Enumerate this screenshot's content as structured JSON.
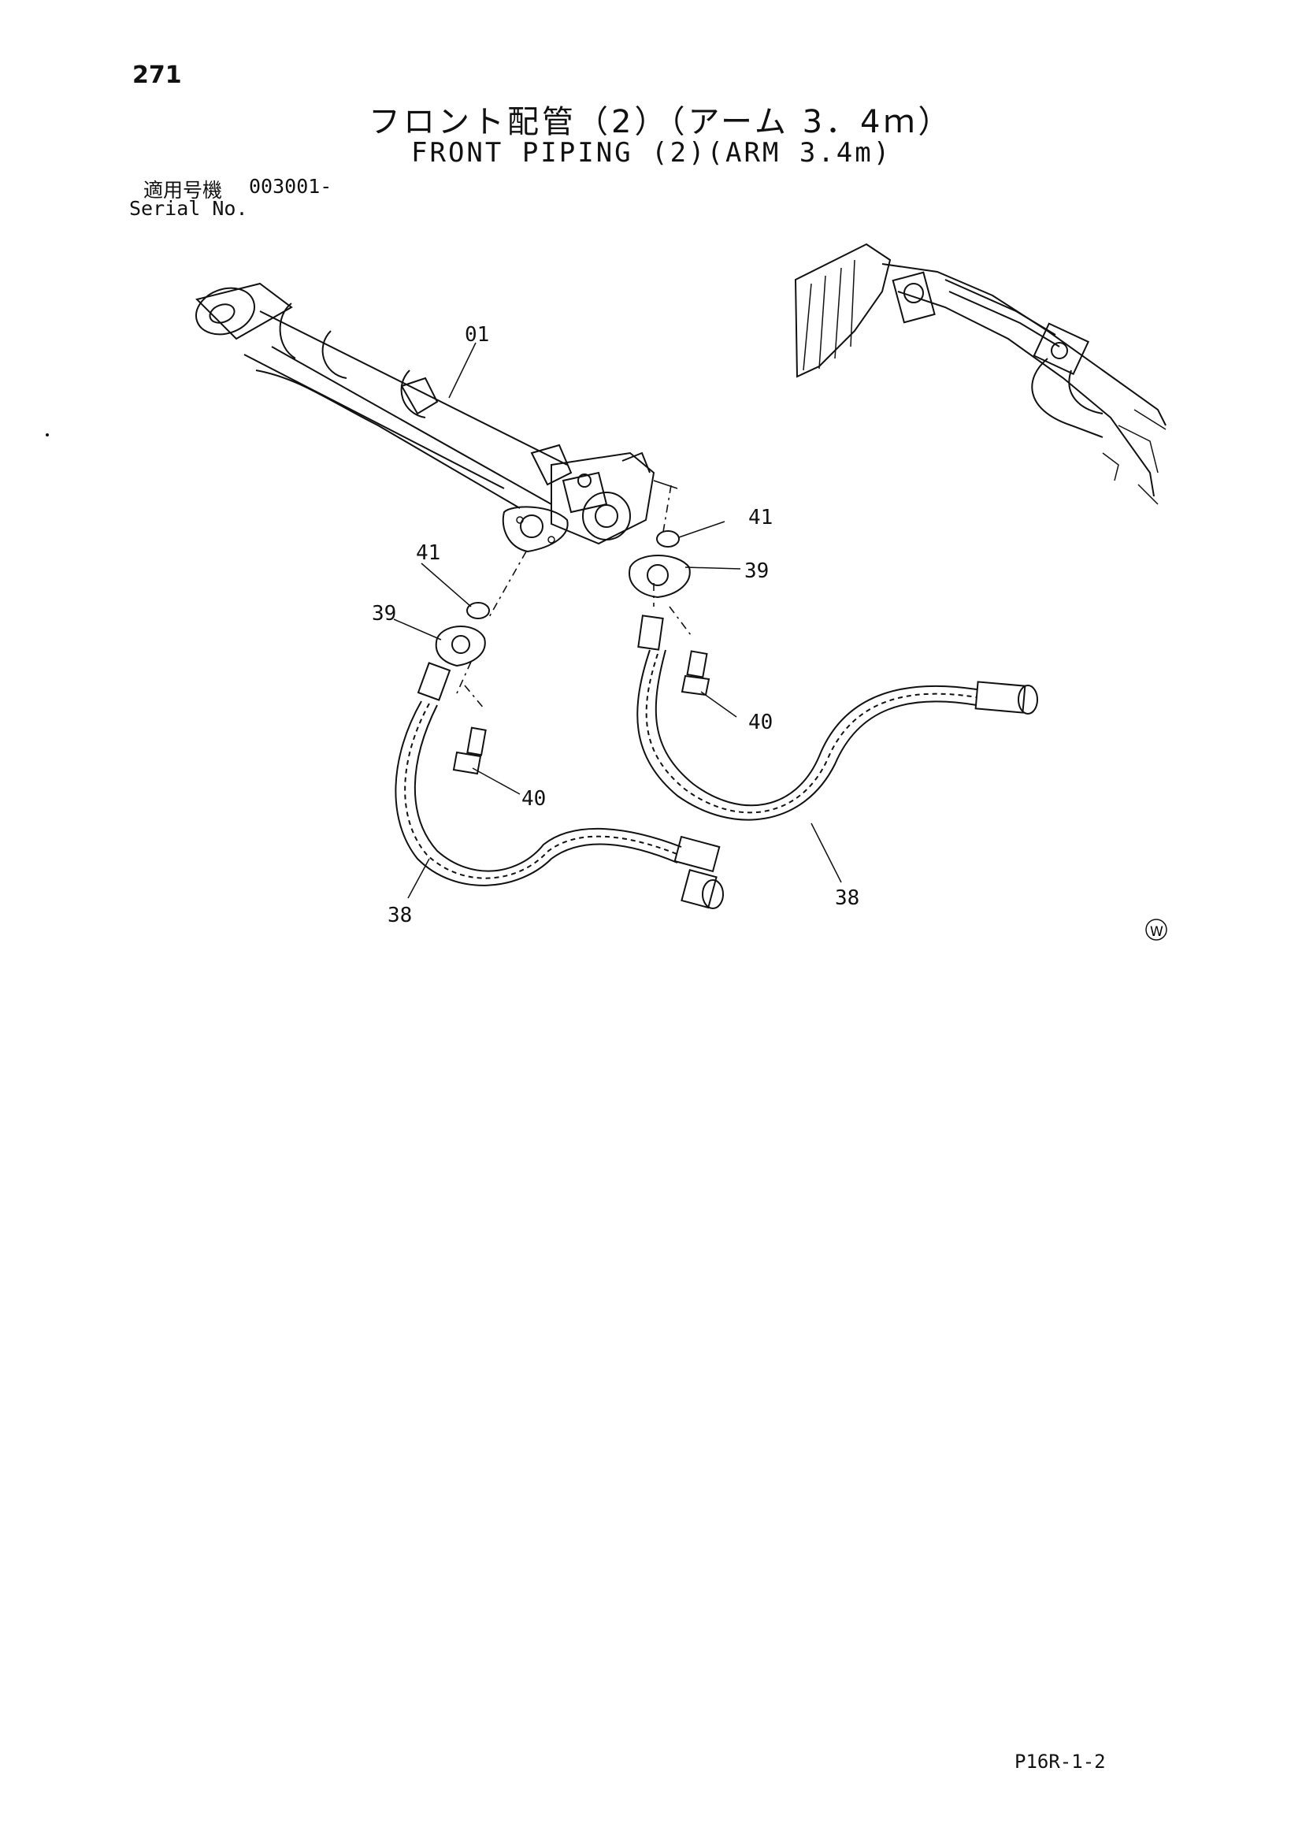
{
  "page": {
    "number": "271",
    "title_jp": "フロント配管（2）（アーム 3．4ｍ）",
    "title_en": "FRONT PIPING (2)(ARM 3.4m)",
    "serial_label_jp": "適用号機",
    "serial_value": "003001-",
    "serial_label_en": "Serial No.",
    "footer_code": "P16R-1-2"
  },
  "callouts": {
    "c01": "01",
    "c41_left": "41",
    "c41_right": "41",
    "c39_left": "39",
    "c39_right": "39",
    "c40_left": "40",
    "c40_right": "40",
    "c38_left": "38",
    "c38_right": "38",
    "symbol_w": "W"
  }
}
